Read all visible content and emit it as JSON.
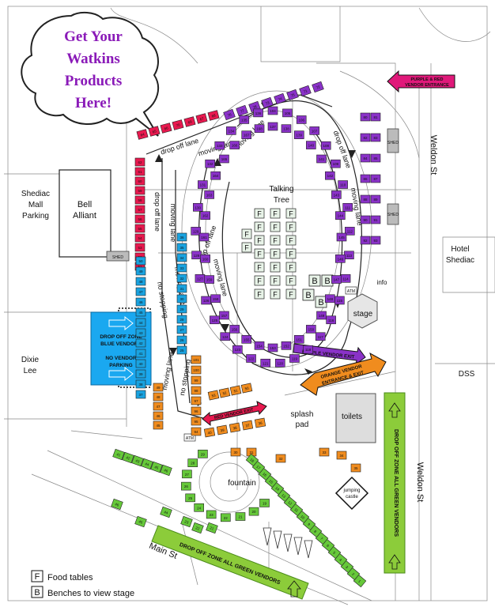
{
  "bubble": {
    "line1": "Get Your",
    "line2": "Watkins",
    "line3": "Products",
    "line4": "Here!"
  },
  "places": {
    "shediac_mall_1": "Shediac",
    "shediac_mall_2": "Mall",
    "shediac_mall_3": "Parking",
    "bell_1": "Bell",
    "bell_2": "Alliant",
    "dixie_1": "Dixie",
    "dixie_2": "Lee",
    "hotel_1": "Hotel",
    "hotel_2": "Shediac",
    "dss": "DSS",
    "weldon_top": "Weldon St",
    "weldon_bottom": "Weldon St",
    "main": "Main St",
    "talking_1": "Talking",
    "talking_2": "Tree",
    "stage": "stage",
    "info": "info",
    "splash_1": "splash",
    "splash_2": "pad",
    "toilets": "toilets",
    "fountain": "fountain",
    "castle_1": "jumping",
    "castle_2": "castle",
    "atm": "ATM",
    "shed": "SHED"
  },
  "lanes": {
    "drop_off": "drop off lane",
    "moving": "moving lane",
    "no_stopping": "no stopping"
  },
  "zones": {
    "blue_1": "DROP OFF ZONE",
    "blue_2": "BLUE VENDORS",
    "blue_3": "NO VENDOR",
    "blue_4": "PARKING",
    "green_right": "DROP OFF ZONE ALL GREEN VENDORS",
    "green_bottom": "DROP OFF ZONE ALL GREEN VENDORS"
  },
  "arrows": {
    "purple_red_entrance_1": "PURPLE & RED",
    "purple_red_entrance_2": "VENDOR ENTRANCE",
    "purple_exit": "PURPLE VENDOR EXIT",
    "orange_1": "ORANGE VENDOR",
    "orange_2": "ENTRANCE & EXIT",
    "red_exit": "RED VENDOR EXIT"
  },
  "legend": {
    "food_symbol": "F",
    "food_label": "Food tables",
    "bench_symbol": "B",
    "bench_label": "Benches to view stage"
  },
  "colors": {
    "red": "#e8194f",
    "purple": "#8a32c8",
    "blue": "#1aa3e0",
    "orange": "#f08c1e",
    "green": "#66c83a",
    "bubble_text": "#8a1ab8",
    "drop_zone_blue": "#1aa8f0",
    "drop_zone_green": "#8ccc3a"
  },
  "stalls": {
    "purple_top_row": [
      "76",
      "77",
      "78",
      "73",
      "74",
      "75",
      "71",
      "72"
    ],
    "red_top_row": [
      "68",
      "67",
      "69",
      "70",
      "66",
      "65",
      "64"
    ],
    "purple_right": [
      "80",
      "81",
      "82",
      "83",
      "84",
      "85",
      "86",
      "87",
      "88",
      "89",
      "90",
      "91",
      "92",
      "93"
    ],
    "purple_inner": [
      "104",
      "105",
      "106",
      "107",
      "108",
      "109",
      "110",
      "111",
      "112",
      "113",
      "114",
      "115",
      "116",
      "117",
      "118",
      "119",
      "120",
      "121",
      "122",
      "123",
      "124",
      "125",
      "126",
      "127",
      "128",
      "129",
      "130",
      "131",
      "132",
      "133",
      "134",
      "135",
      "136",
      "137",
      "138",
      "139",
      "140",
      "141",
      "142",
      "143",
      "144",
      "145",
      "146",
      "147",
      "148",
      "149",
      "150",
      "151",
      "152",
      "153",
      "154",
      "155",
      "156",
      "157",
      "158",
      "159",
      "160",
      "161",
      "162",
      "163",
      "164",
      "165",
      "166",
      "167",
      "168"
    ],
    "red_left": [
      "62",
      "61",
      "60",
      "59",
      "58",
      "57",
      "56",
      "55",
      "54",
      "53",
      "52",
      "51"
    ],
    "blue_col": [
      "50",
      "49",
      "48",
      "47",
      "46",
      "45",
      "44",
      "43",
      "42",
      "41",
      "40",
      "39",
      "38",
      "37",
      "36",
      "35",
      "34",
      "33",
      "32",
      "31",
      "30",
      "29",
      "28",
      "27",
      "26",
      "25"
    ],
    "orange": [
      "101",
      "100",
      "99",
      "98",
      "97",
      "96",
      "95",
      "94",
      "53",
      "52",
      "51",
      "50",
      "49",
      "48",
      "47",
      "46",
      "45"
    ],
    "red_exit_row": [
      "40",
      "39",
      "38",
      "37",
      "36"
    ],
    "orange_right": [
      "33",
      "34",
      "32",
      "31",
      "30",
      "35"
    ],
    "green_circle": [
      "1",
      "2",
      "3",
      "4",
      "5",
      "6",
      "7",
      "8",
      "9",
      "10",
      "11",
      "12",
      "13",
      "14",
      "15",
      "16",
      "17",
      "18",
      "19",
      "20",
      "21",
      "22",
      "23",
      "24",
      "25",
      "26",
      "27",
      "28",
      "29",
      "41",
      "42",
      "43",
      "44",
      "45",
      "46"
    ],
    "green_main": [
      "46",
      "45",
      "44",
      "23",
      "22",
      "21"
    ]
  }
}
